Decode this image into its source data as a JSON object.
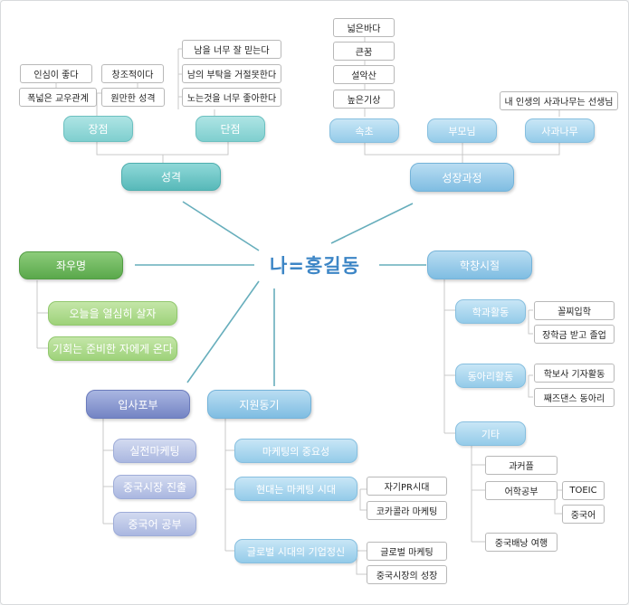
{
  "center": "나=홍길동",
  "personality": {
    "title": "성격",
    "strengths": {
      "title": "장점",
      "items": [
        "인심이 좋다",
        "창조적이다",
        "폭넓은 교우관계",
        "원만한 성격"
      ]
    },
    "weaknesses": {
      "title": "단점",
      "items": [
        "남을 너무 잘 믿는다",
        "남의 부탁을 거절못한다",
        "노는것을 너무 좋아한다"
      ]
    }
  },
  "growth": {
    "title": "성장과정",
    "hometown": {
      "title": "속초",
      "items": [
        "넓은바다",
        "큰꿈",
        "설악산",
        "높은기상"
      ]
    },
    "parents": {
      "title": "부모님"
    },
    "apple_tree": {
      "title": "사과나무",
      "items": [
        "내 인생의 사과나무는 선생님"
      ]
    }
  },
  "motto": {
    "title": "좌우명",
    "items": [
      "오늘을 열심히 살자",
      "기회는 준비한 자에게 온다"
    ]
  },
  "school": {
    "title": "학창시절",
    "major": {
      "title": "학과활동",
      "items": [
        "꼴찌입학",
        "장학금 받고 졸업"
      ]
    },
    "club": {
      "title": "동아리활동",
      "items": [
        "학보사 기자활동",
        "째즈댄스 동아리"
      ]
    },
    "etc": {
      "title": "기타",
      "items": [
        "과커플",
        "어학공부",
        "중국배낭 여행"
      ],
      "languages": [
        "TOEIC",
        "중국어"
      ]
    }
  },
  "ambition": {
    "title": "입사포부",
    "items": [
      "실전마케팅",
      "중국시장 진출",
      "중국어 공부"
    ]
  },
  "motivation": {
    "title": "지원동기",
    "importance": "마케팅의 중요성",
    "modern": {
      "title": "현대는 마케팅 시대",
      "items": [
        "자기PR시대",
        "코카콜라 마케팅"
      ]
    },
    "global": {
      "title": "글로벌 시대의 기업정신",
      "items": [
        "글로벌 마케팅",
        "중국시장의 성장"
      ]
    }
  }
}
